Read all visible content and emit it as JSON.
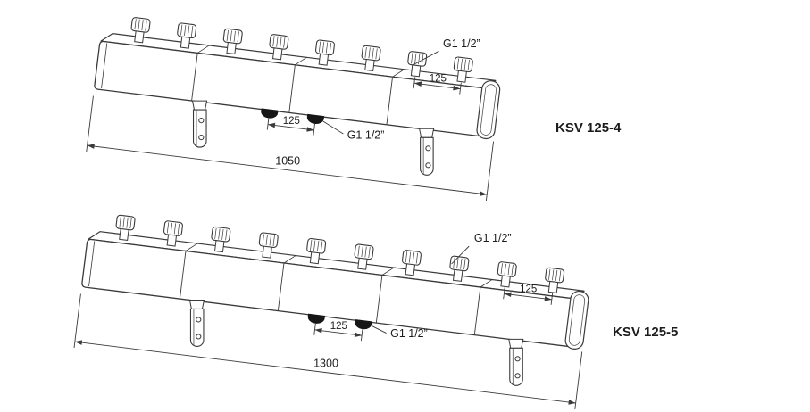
{
  "accent_color": "#189bd7",
  "line_color": "#3a3a3a",
  "manifolds": [
    {
      "model": "KSV 125-4",
      "overall_length": "1050",
      "top_port_spacing": "125",
      "bottom_port_spacing": "125",
      "top_thread": "G1 1/2”",
      "bottom_thread": "G1 1/2”",
      "top_ports": 8,
      "sections": 4,
      "bottom_ports": 2,
      "brackets": 2
    },
    {
      "model": "KSV 125-5",
      "overall_length": "1300",
      "top_port_spacing": "125",
      "bottom_port_spacing": "125",
      "top_thread": "G1 1/2”",
      "bottom_thread": "G1 1/2”",
      "top_ports": 10,
      "sections": 5,
      "bottom_ports": 2,
      "brackets": 2
    }
  ]
}
